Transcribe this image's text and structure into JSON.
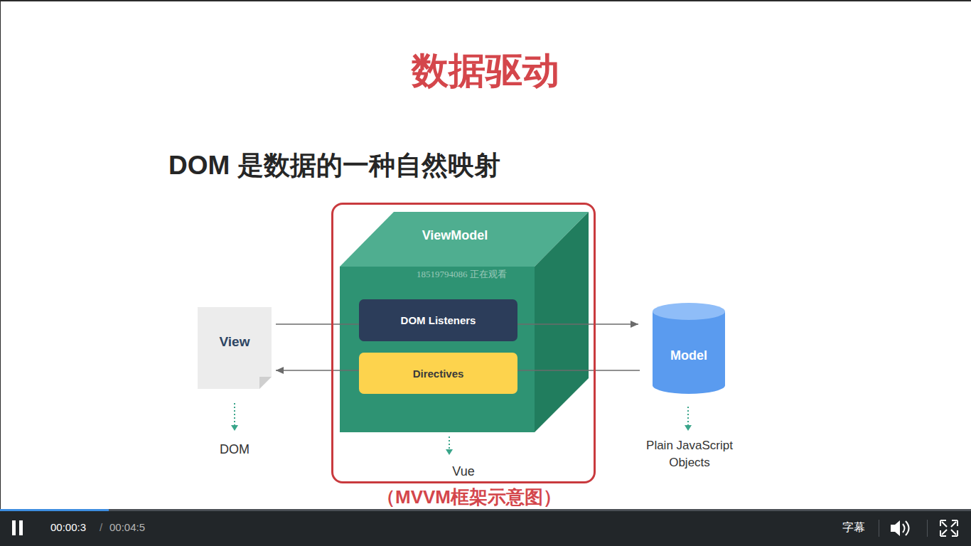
{
  "diagram": {
    "title": "数据驱动",
    "caption": "（MVVM框架示意图）",
    "nodes": [
      {
        "text": [
          "View"
        ]
      },
      {
        "text": [
          "Vue"
        ]
      },
      {
        "text": [
          "ViewModel"
        ],
        "in": 1
      },
      {
        "text": [
          "DOM Listeners"
        ],
        "in": 2
      },
      {
        "text": [
          "Directives"
        ],
        "in": 2
      },
      {
        "text": [
          "Model"
        ]
      }
    ],
    "edges": [
      {
        "from": 0,
        "to": 3,
        "arrow": "none"
      },
      {
        "from": 3,
        "to": 5,
        "arrow": "to"
      },
      {
        "from": 5,
        "to": 4,
        "arrow": "none"
      },
      {
        "from": 4,
        "to": 0,
        "arrow": "to"
      }
    ],
    "labels": [
      "DOM 是数据的一种自然映射",
      "DOM",
      "Plain JavaScript Objects",
      "18519794086 正在观看",
      "00:00:3",
      "/",
      "00:04:5",
      "字幕"
    ]
  }
}
